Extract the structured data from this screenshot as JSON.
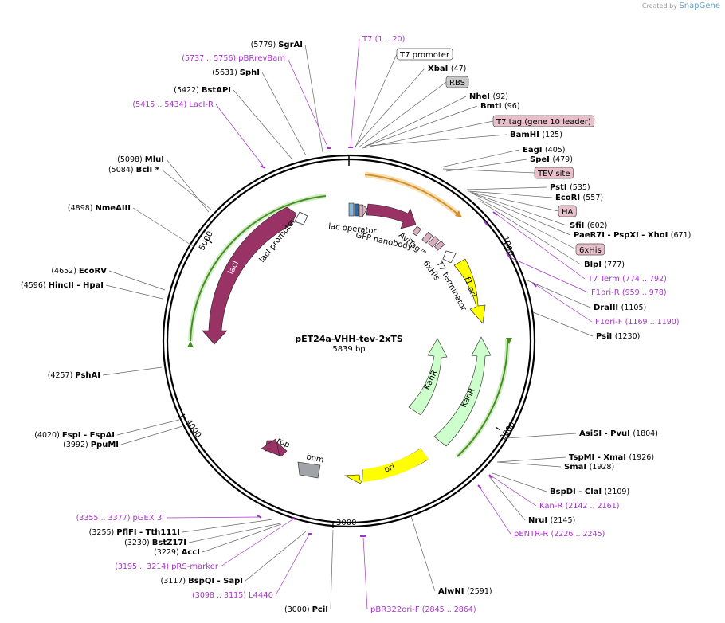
{
  "credit": {
    "created_by": "Created by",
    "brand": "SnapGene"
  },
  "plasmid": {
    "name": "pET24a-VHH-tev-2xTS",
    "size": "5839 bp"
  },
  "ticks": [
    "1000",
    "2000",
    "3000",
    "4000",
    "5000"
  ],
  "sites": [
    {
      "id": "sgrai",
      "pos": "(5779)",
      "name": "SgrAI"
    },
    {
      "id": "pbrrevbam",
      "pos": "(5737 .. 5756)",
      "name": "pBRrevBam",
      "primer": true
    },
    {
      "id": "sphi",
      "pos": "(5631)",
      "name": "SphI"
    },
    {
      "id": "bstapi",
      "pos": "(5422)",
      "name": "BstAPI"
    },
    {
      "id": "laci-r",
      "pos": "(5415 .. 5434)",
      "name": "LacI-R",
      "primer": true
    },
    {
      "id": "mlui",
      "pos": "(5098)",
      "name": "MluI"
    },
    {
      "id": "bcli",
      "pos": "(5084)",
      "name": "BclI *"
    },
    {
      "id": "nmeaiii",
      "pos": "(4898)",
      "name": "NmeAIII"
    },
    {
      "id": "ecorv",
      "pos": "(4652)",
      "name": "EcoRV"
    },
    {
      "id": "hincii",
      "pos": "(4596)",
      "name": "HincII - HpaI"
    },
    {
      "id": "pshai",
      "pos": "(4257)",
      "name": "PshAI"
    },
    {
      "id": "fspi",
      "pos": "(4020)",
      "name": "FspI - FspAI"
    },
    {
      "id": "ppumi",
      "pos": "(3992)",
      "name": "PpuMI"
    },
    {
      "id": "pgex3",
      "pos": "(3355 .. 3377)",
      "name": "pGEX 3'",
      "primer": true
    },
    {
      "id": "pflfi",
      "pos": "(3255)",
      "name": "PflFI - Tth111I"
    },
    {
      "id": "bstz17i",
      "pos": "(3230)",
      "name": "BstZ17I"
    },
    {
      "id": "acci",
      "pos": "(3229)",
      "name": "AccI"
    },
    {
      "id": "prs-marker",
      "pos": "(3195 .. 3214)",
      "name": "pRS-marker",
      "primer": true
    },
    {
      "id": "bspqi",
      "pos": "(3117)",
      "name": "BspQI - SapI"
    },
    {
      "id": "l4440",
      "pos": "(3098 .. 3115)",
      "name": "L4440",
      "primer": true
    },
    {
      "id": "pcii",
      "pos": "(3000)",
      "name": "PciI"
    },
    {
      "id": "pbr322ori-f",
      "pos": "(2845 .. 2864)",
      "name": "pBR322ori-F",
      "primer": true
    },
    {
      "id": "alwni",
      "pos": "(2591)",
      "name": "AlwNI"
    },
    {
      "id": "pentr-r",
      "pos": "(2226 .. 2245)",
      "name": "pENTR-R",
      "primer": true
    },
    {
      "id": "nrui",
      "pos": "(2145)",
      "name": "NruI"
    },
    {
      "id": "kan-r",
      "pos": "(2142 .. 2161)",
      "name": "Kan-R",
      "primer": true
    },
    {
      "id": "bspdi",
      "pos": "(2109)",
      "name": "BspDI - ClaI"
    },
    {
      "id": "smai",
      "pos": "(1928)",
      "name": "SmaI"
    },
    {
      "id": "tspmi",
      "pos": "(1926)",
      "name": "TspMI - XmaI"
    },
    {
      "id": "asisi",
      "pos": "(1804)",
      "name": "AsiSI - PvuI"
    },
    {
      "id": "psii",
      "pos": "(1230)",
      "name": "PsiI"
    },
    {
      "id": "f1ori-f",
      "pos": "(1169 .. 1190)",
      "name": "F1ori-F",
      "primer": true
    },
    {
      "id": "draiii",
      "pos": "(1105)",
      "name": "DraIII"
    },
    {
      "id": "f1ori-r",
      "pos": "(959 .. 978)",
      "name": "F1ori-R",
      "primer": true
    },
    {
      "id": "t7term",
      "pos": "(774 .. 792)",
      "name": "T7 Term",
      "primer": true
    },
    {
      "id": "blpi",
      "pos": "(777)",
      "name": "BlpI"
    },
    {
      "id": "paer7i",
      "pos": "(671)",
      "name": "PaeR7I - PspXI - XhoI"
    },
    {
      "id": "sfii",
      "pos": "(602)",
      "name": "SfiI"
    },
    {
      "id": "ecori",
      "pos": "(557)",
      "name": "EcoRI"
    },
    {
      "id": "psti",
      "pos": "(535)",
      "name": "PstI"
    },
    {
      "id": "spei",
      "pos": "(479)",
      "name": "SpeI"
    },
    {
      "id": "eagi",
      "pos": "(405)",
      "name": "EagI"
    },
    {
      "id": "bamhi",
      "pos": "(125)",
      "name": "BamHI"
    },
    {
      "id": "bmti",
      "pos": "(96)",
      "name": "BmtI"
    },
    {
      "id": "nhei",
      "pos": "(92)",
      "name": "NheI"
    },
    {
      "id": "xbai",
      "pos": "(47)",
      "name": "XbaI"
    },
    {
      "id": "t7",
      "pos": "(1 .. 20)",
      "name": "T7",
      "primer": true
    }
  ],
  "outside_features": [
    {
      "id": "t7-promoter",
      "label": "T7 promoter",
      "fill": "#ffffff"
    },
    {
      "id": "rbs",
      "label": "RBS",
      "fill": "#c8c8c8"
    },
    {
      "id": "t7-tag",
      "label": "T7 tag (gene 10 leader)",
      "fill": "#e8c0cc"
    },
    {
      "id": "tev-site",
      "label": "TEV site",
      "fill": "#e8c0cc"
    },
    {
      "id": "ha",
      "label": "HA",
      "fill": "#e8c0cc"
    },
    {
      "id": "6xhis-box",
      "label": "6xHis",
      "fill": "#e8c0cc"
    }
  ],
  "inside_labels": {
    "lac_operator": "lac operator",
    "gfp_nanobody": "GFP nanobody",
    "avitag": "AviTag™",
    "sixhis": "6xHis",
    "t7_terminator": "T7 terminator",
    "f1_ori": "f1 ori",
    "laci": "lacI",
    "laci_promoter": "lacI promoter",
    "kanr_inner": "KanR",
    "kanr_outer": "KanR",
    "ori": "ori",
    "rop": "rop",
    "bom": "bom"
  },
  "colors": {
    "laci": "#993366",
    "gfp": "#993366",
    "f1ori": "#ffff00",
    "kanr": "#ccffcc",
    "ori": "#ffff00",
    "bom": "#a0a4a8",
    "primer": "#a535c8",
    "tev_arc": "#f0a030",
    "green_arc": "#4a8c28"
  }
}
